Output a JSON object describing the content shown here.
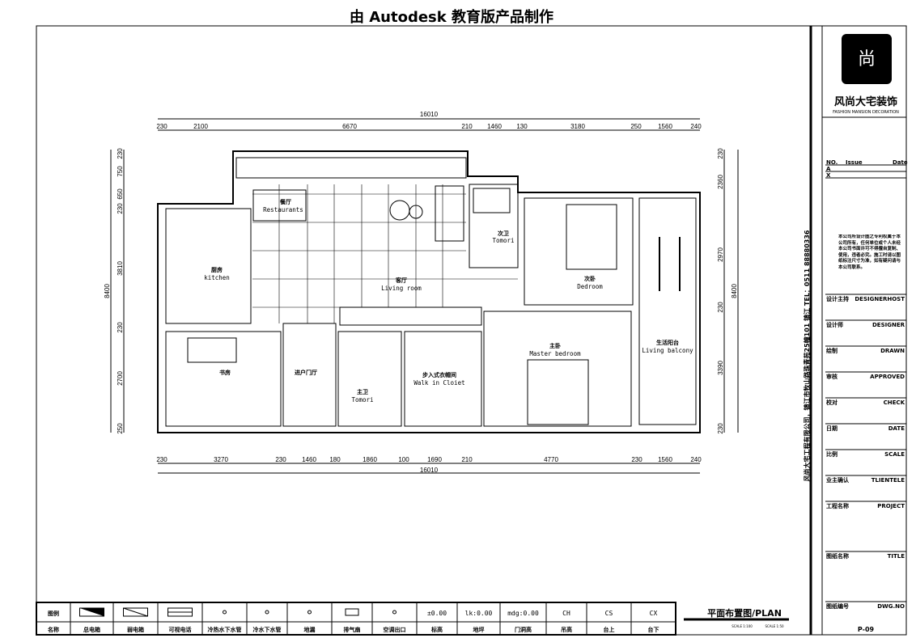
{
  "header": {
    "watermark": "由 Autodesk 教育版产品制作"
  },
  "plan": {
    "total_width": "16010",
    "top_dims": [
      "230",
      "2100",
      "6670",
      "210",
      "1460",
      "130",
      "3180",
      "250",
      "1560",
      "240"
    ],
    "bottom_dims": [
      "230",
      "3270",
      "230",
      "1460",
      "180",
      "1860",
      "100",
      "1690",
      "210",
      "4770",
      "230",
      "1560",
      "240"
    ],
    "left_dims": [
      "230",
      "750",
      "650",
      "230",
      "3810",
      "230",
      "2700",
      "250"
    ],
    "left_total": "8400",
    "right_dims": [
      "230",
      "2360",
      "2970",
      "230",
      "3390",
      "230"
    ],
    "right_total": "8400",
    "rooms": {
      "restaurant_cn": "餐厅",
      "restaurant_en": "Restaurants",
      "kitchen_cn": "厨房",
      "kitchen_en": "kitchen",
      "living_cn": "客厅",
      "living_en": "Living room",
      "guest_bath_cn": "次卫",
      "guest_bath_en": "Tomori",
      "bedroom_cn": "次卧",
      "bedroom_en": "Dedroom",
      "master_cn": "主卧",
      "master_en": "Master bedroom",
      "balcony_cn": "生活阳台",
      "balcony_en": "Living balcony",
      "study_cn": "书房",
      "entry_cn": "进户门厅",
      "closet_cn": "步入式衣帽间",
      "closet_en": "Walk in Cloiet",
      "master_bath_cn": "主卫",
      "master_bath_en": "Tomori"
    }
  },
  "title_block": {
    "logo_cn": "风尚大宅装饰",
    "logo_en": "FASHION MANSION DECORATION",
    "company_vertical": "风尚大宅工程有限公司，镇江市牧山路珠青苑25幢101  镇江 TEL：0511 88880336",
    "issue_header": [
      "NO.",
      "Issue",
      "Date"
    ],
    "issue_rows": [
      "A",
      "X"
    ],
    "notice": "本公司所设计图之专利权属于本公司所有，任何单位或个人未经本公司书面许可不得擅自复制、使用，违者必究。施工时请以图纸标注尺寸为准，如有疑问请与本公司联系。",
    "fields": [
      {
        "cn": "设计主持",
        "en": "DESIGNERHOST"
      },
      {
        "cn": "设计师",
        "en": "DESIGNER"
      },
      {
        "cn": "绘制",
        "en": "DRAWN"
      },
      {
        "cn": "审核",
        "en": "APPROVED"
      },
      {
        "cn": "校对",
        "en": "CHECK"
      },
      {
        "cn": "日期",
        "en": "DATE"
      },
      {
        "cn": "比例",
        "en": "SCALE"
      },
      {
        "cn": "业主确认",
        "en": "TLIENTELE"
      },
      {
        "cn": "工程名称",
        "en": "PROJECT"
      },
      {
        "cn": "图纸名称",
        "en": "TITLE"
      },
      {
        "cn": "图纸编号",
        "en": "DWG.NO"
      }
    ],
    "dwg_no": "P-09"
  },
  "drawing_title": {
    "name": "平面布置图/PLAN",
    "scale_left": "SCALE 1:100",
    "scale_right": "SCALE 1:50"
  },
  "legend": {
    "row_label_1": "图例",
    "row_label_2": "名称",
    "items": [
      {
        "symbol": "",
        "name": "总电箱"
      },
      {
        "symbol": "",
        "name": "弱电箱"
      },
      {
        "symbol": "",
        "name": "可视电话"
      },
      {
        "symbol": "",
        "name": "冷热水下水管"
      },
      {
        "symbol": "",
        "name": "冷水下水管"
      },
      {
        "symbol": "",
        "name": "地漏"
      },
      {
        "symbol": "",
        "name": "排气扇"
      },
      {
        "symbol": "",
        "name": "空调出口"
      },
      {
        "symbol": "±0.00",
        "name": "标高"
      },
      {
        "symbol": "lk:0.00",
        "name": "地坪"
      },
      {
        "symbol": "mdg:0.00",
        "name": "门洞高"
      },
      {
        "symbol": "CH",
        "name": "吊高"
      },
      {
        "symbol": "CS",
        "name": "台上"
      },
      {
        "symbol": "CX",
        "name": "台下"
      }
    ]
  }
}
